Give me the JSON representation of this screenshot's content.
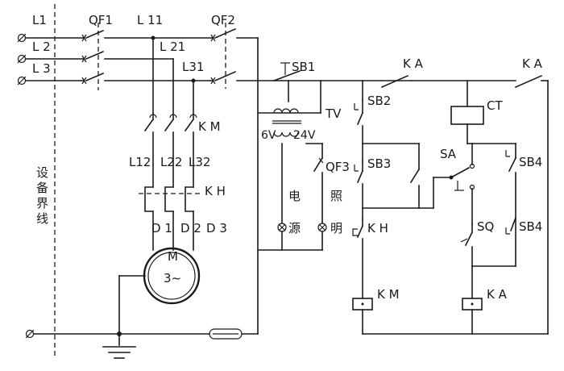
{
  "labels": {
    "L1": "L1",
    "L2": "L 2",
    "L3": "L 3",
    "QF1": "QF1",
    "L11": "L 11",
    "QF2": "QF2",
    "L21": "L 21",
    "L31": "L31",
    "SB1": "SB1",
    "KA_top1": "K A",
    "KA_top2": "K A",
    "SB2": "SB2",
    "CT": "CT",
    "TV": "TV",
    "V6": "6V",
    "V24": "24V",
    "KM_contact": "K M",
    "L12": "L12",
    "L22": "L22",
    "L32": "L32",
    "KH_relay": "K H",
    "QF3": "QF3",
    "SB3": "SB3",
    "SA": "SA",
    "SB4_a": "SB4",
    "D1": "D 1",
    "D2": "D 2",
    "D3": "D 3",
    "KH_contact": "K H",
    "SQ": "SQ",
    "SB4_b": "SB4",
    "M": "M",
    "M_phase": "3~",
    "KM_coil": "K M",
    "KA_coil": "K A"
  },
  "lamps": {
    "power_char1": "电",
    "power_char2": "源",
    "light_char1": "照",
    "light_char2": "明"
  },
  "boundary": {
    "char1": "设",
    "char2": "备",
    "char3": "界",
    "char4": "线"
  }
}
